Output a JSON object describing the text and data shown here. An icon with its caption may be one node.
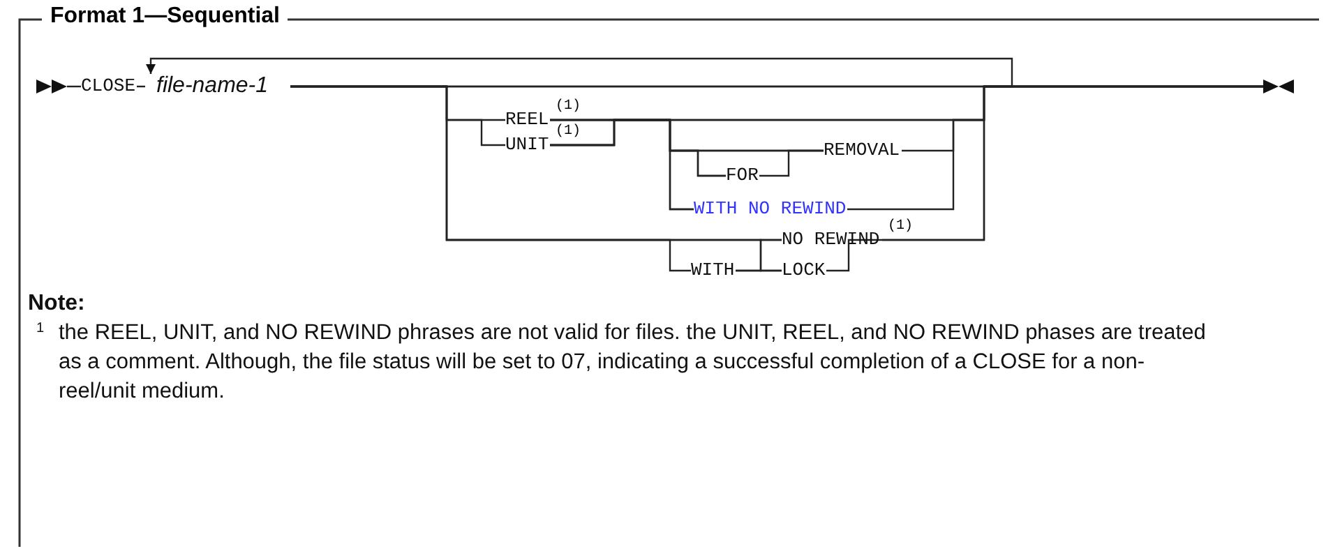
{
  "diagram": {
    "title": "Format 1—Sequential",
    "nodes": [
      {
        "text": [],
        "shape": "triangle"
      },
      {
        "text": [
          "CLOSE"
        ]
      },
      {
        "text": [
          "file-name-1"
        ]
      },
      {
        "text": [
          "REEL"
        ],
        "beside": [
          "(1)"
        ]
      },
      {
        "text": [
          "UNIT"
        ],
        "beside": [
          "(1)"
        ]
      },
      {
        "text": [
          "FOR"
        ]
      },
      {
        "text": [
          "REMOVAL"
        ]
      },
      {
        "text": [
          "WITH NO REWIND"
        ]
      },
      {
        "text": [
          "WITH"
        ]
      },
      {
        "text": [
          "NO REWIND"
        ],
        "beside": [
          "(1)"
        ]
      },
      {
        "text": [
          "LOCK"
        ]
      },
      {
        "text": [],
        "shape": "triangle"
      }
    ],
    "edges": [
      {
        "from": 0,
        "to": 1,
        "arrow": "none"
      },
      {
        "from": 1,
        "to": 2,
        "arrow": "none"
      },
      {
        "from": 2,
        "to": 2,
        "arrow": "to"
      },
      {
        "from": 2,
        "to": 11,
        "arrow": "none"
      },
      {
        "from": 2,
        "to": 3,
        "arrow": "none"
      },
      {
        "from": 2,
        "to": 4,
        "arrow": "none"
      },
      {
        "from": 3,
        "to": 5,
        "arrow": "none"
      },
      {
        "from": 3,
        "to": 6,
        "arrow": "none"
      },
      {
        "from": 3,
        "to": 7,
        "arrow": "none"
      },
      {
        "from": 3,
        "to": 11,
        "arrow": "none"
      },
      {
        "from": 4,
        "to": 5,
        "arrow": "none"
      },
      {
        "from": 4,
        "to": 6,
        "arrow": "none"
      },
      {
        "from": 4,
        "to": 7,
        "arrow": "none"
      },
      {
        "from": 4,
        "to": 11,
        "arrow": "none"
      },
      {
        "from": 5,
        "to": 6,
        "arrow": "none"
      },
      {
        "from": 6,
        "to": 11,
        "arrow": "none"
      },
      {
        "from": 7,
        "to": 11,
        "arrow": "none"
      },
      {
        "from": 2,
        "to": 8,
        "arrow": "none"
      },
      {
        "from": 2,
        "to": 9,
        "arrow": "none"
      },
      {
        "from": 2,
        "to": 10,
        "arrow": "none"
      },
      {
        "from": 8,
        "to": 9,
        "arrow": "none"
      },
      {
        "from": 8,
        "to": 10,
        "arrow": "none"
      },
      {
        "from": 9,
        "to": 11,
        "arrow": "none"
      },
      {
        "from": 10,
        "to": 11,
        "arrow": "none"
      }
    ],
    "labels": [
      "Note:",
      "1",
      "the REEL, UNIT, and NO REWIND phrases are not valid for files. the UNIT, REEL, and NO REWIND phases are treated as a comment. Although, the file status will be set to 07, indicating a successful completion of a CLOSE for a non-reel/unit medium."
    ]
  }
}
